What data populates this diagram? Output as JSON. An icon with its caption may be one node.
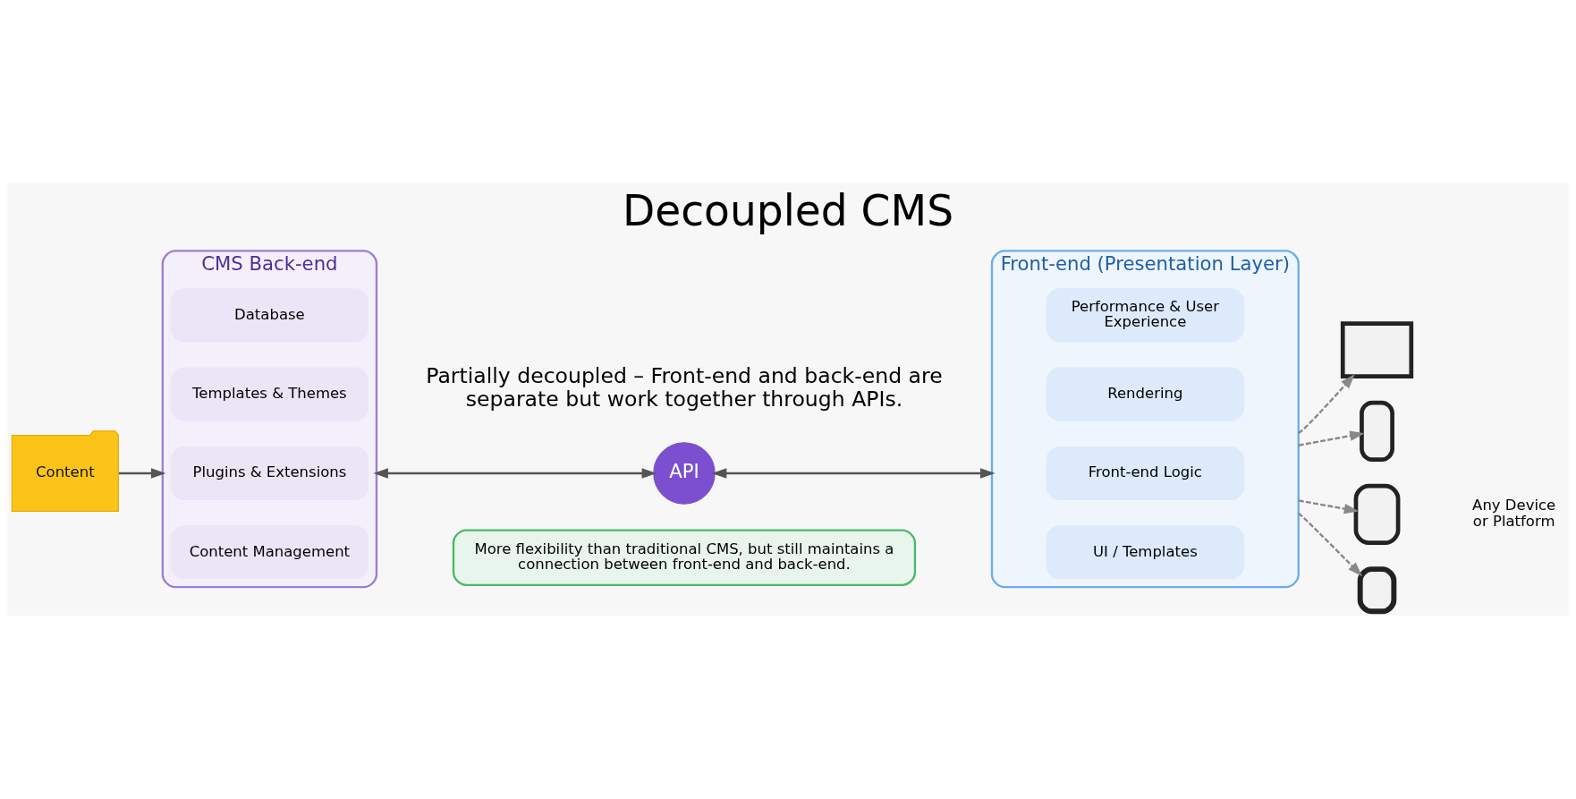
{
  "diagram": {
    "title": "Decoupled CMS",
    "nodes": [
      {
        "text": [
          "Content"
        ]
      },
      {
        "text": [
          "CMS Back-end"
        ]
      },
      {
        "text": [
          "Content Management"
        ],
        "in": 1
      },
      {
        "text": [
          "Plugins & Extensions"
        ],
        "in": 1
      },
      {
        "text": [
          "Templates & Themes"
        ],
        "in": 1
      },
      {
        "text": [
          "Database"
        ],
        "in": 1
      },
      {
        "text": [
          "API"
        ]
      },
      {
        "text": [
          "Front-end (Presentation Layer)"
        ]
      },
      {
        "text": [
          "UI / Templates"
        ],
        "in": 7
      },
      {
        "text": [
          "Front-end Logic"
        ],
        "in": 7
      },
      {
        "text": [
          "Rendering"
        ],
        "in": 7
      },
      {
        "text": [
          "Performance & User Experience"
        ],
        "in": 7
      },
      {
        "text": [],
        "shape": "monitor"
      },
      {
        "text": [],
        "shape": "phone"
      },
      {
        "text": [],
        "shape": "tablet"
      },
      {
        "text": [],
        "shape": "watch"
      },
      {
        "text": [
          "More flexibility than traditional CMS, but still maintains a connection between front-end and back-end."
        ]
      }
    ],
    "edges": [
      {
        "from": 0,
        "to": 1,
        "arrow": "to"
      },
      {
        "from": 1,
        "to": 6,
        "arrow": "both"
      },
      {
        "from": 6,
        "to": 7,
        "arrow": "both"
      },
      {
        "from": 7,
        "to": 12,
        "arrow": "to",
        "style": "dashed"
      },
      {
        "from": 7,
        "to": 13,
        "arrow": "to",
        "style": "dashed"
      },
      {
        "from": 7,
        "to": 14,
        "arrow": "to",
        "style": "dashed"
      },
      {
        "from": 7,
        "to": 15,
        "arrow": "to",
        "style": "dashed"
      }
    ],
    "labels": [
      "Partially decoupled – Front-end and back-end are separate but work together through APIs.",
      "Any Device or Platform"
    ]
  }
}
